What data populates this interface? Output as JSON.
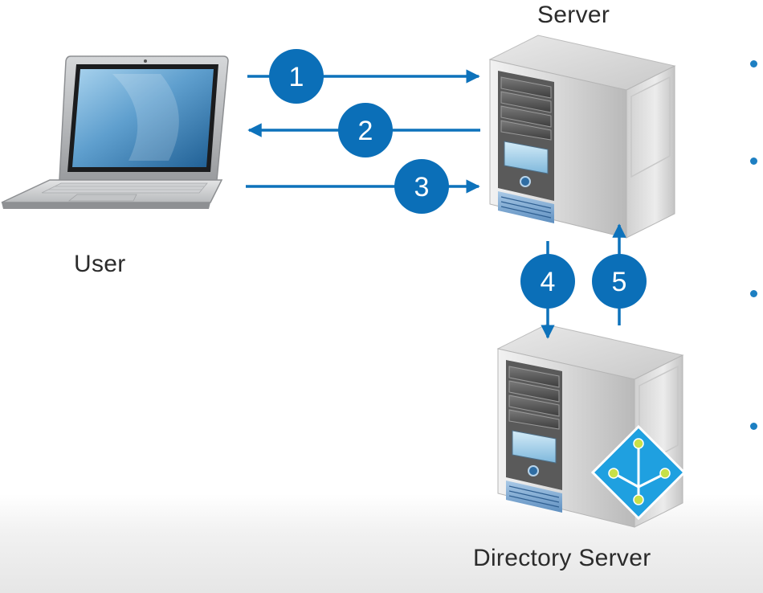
{
  "labels": {
    "server": "Server",
    "user": "User",
    "directory_server": "Directory Server"
  },
  "steps": [
    {
      "number": "1",
      "direction": "user-to-server"
    },
    {
      "number": "2",
      "direction": "server-to-user"
    },
    {
      "number": "3",
      "direction": "user-to-server"
    },
    {
      "number": "4",
      "direction": "server-to-directory"
    },
    {
      "number": "5",
      "direction": "directory-to-server"
    }
  ],
  "bullets": 4,
  "colors": {
    "accent": "#0d72bb",
    "badge": "#0b6fb8",
    "text": "#2b2b2b",
    "directory_icon": "#1fa0e0",
    "directory_node": "#c8e048"
  },
  "icons": [
    "laptop-icon",
    "server-icon",
    "directory-server-icon",
    "directory-tree-icon"
  ]
}
